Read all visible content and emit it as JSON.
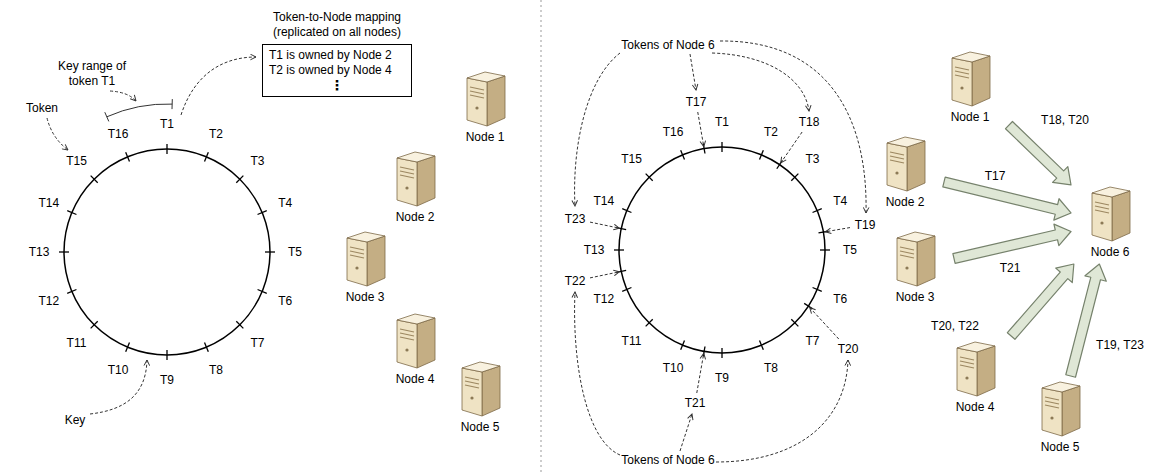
{
  "diagram": {
    "nodes": [
      {
        "text": [
          "Token-to-Node mapping (replicated on all nodes)",
          "T1 is owned by Node 2",
          "T2 is owned by Node 4",
          "⋮"
        ]
      },
      {
        "text": [
          "Node 1"
        ]
      },
      {
        "text": [
          "Node 2"
        ]
      },
      {
        "text": [
          "Node 3"
        ]
      },
      {
        "text": [
          "Node 4"
        ]
      },
      {
        "text": [
          "Node 5"
        ]
      },
      {
        "text": [
          "Node 1"
        ]
      },
      {
        "text": [
          "Node 2"
        ]
      },
      {
        "text": [
          "Node 3"
        ]
      },
      {
        "text": [
          "Node 4"
        ]
      },
      {
        "text": [
          "Node 5"
        ]
      },
      {
        "text": [
          "Node 6"
        ]
      }
    ],
    "edges": [
      {
        "from": 6,
        "to": 11,
        "arrow": "to",
        "label": "T18, T20"
      },
      {
        "from": 7,
        "to": 11,
        "arrow": "to",
        "label": "T17"
      },
      {
        "from": 8,
        "to": 11,
        "arrow": "to",
        "label": "T21"
      },
      {
        "from": 9,
        "to": 11,
        "arrow": "to",
        "label": "T20, T22"
      },
      {
        "from": 10,
        "to": 11,
        "arrow": "to",
        "label": "T19, T23"
      }
    ],
    "labels": [
      "Key range of token T1",
      "Token",
      "Key",
      "T1",
      "T2",
      "T3",
      "T4",
      "T5",
      "T6",
      "T7",
      "T8",
      "T9",
      "T10",
      "T11",
      "T12",
      "T13",
      "T14",
      "T15",
      "T16",
      "Tokens of Node 6",
      "Tokens of Node 6",
      "T1",
      "T2",
      "T3",
      "T4",
      "T5",
      "T6",
      "T7",
      "T8",
      "T9",
      "T10",
      "T11",
      "T12",
      "T13",
      "T14",
      "T15",
      "T16",
      "T17",
      "T18",
      "T19",
      "T20",
      "T21",
      "T22",
      "T23"
    ]
  }
}
